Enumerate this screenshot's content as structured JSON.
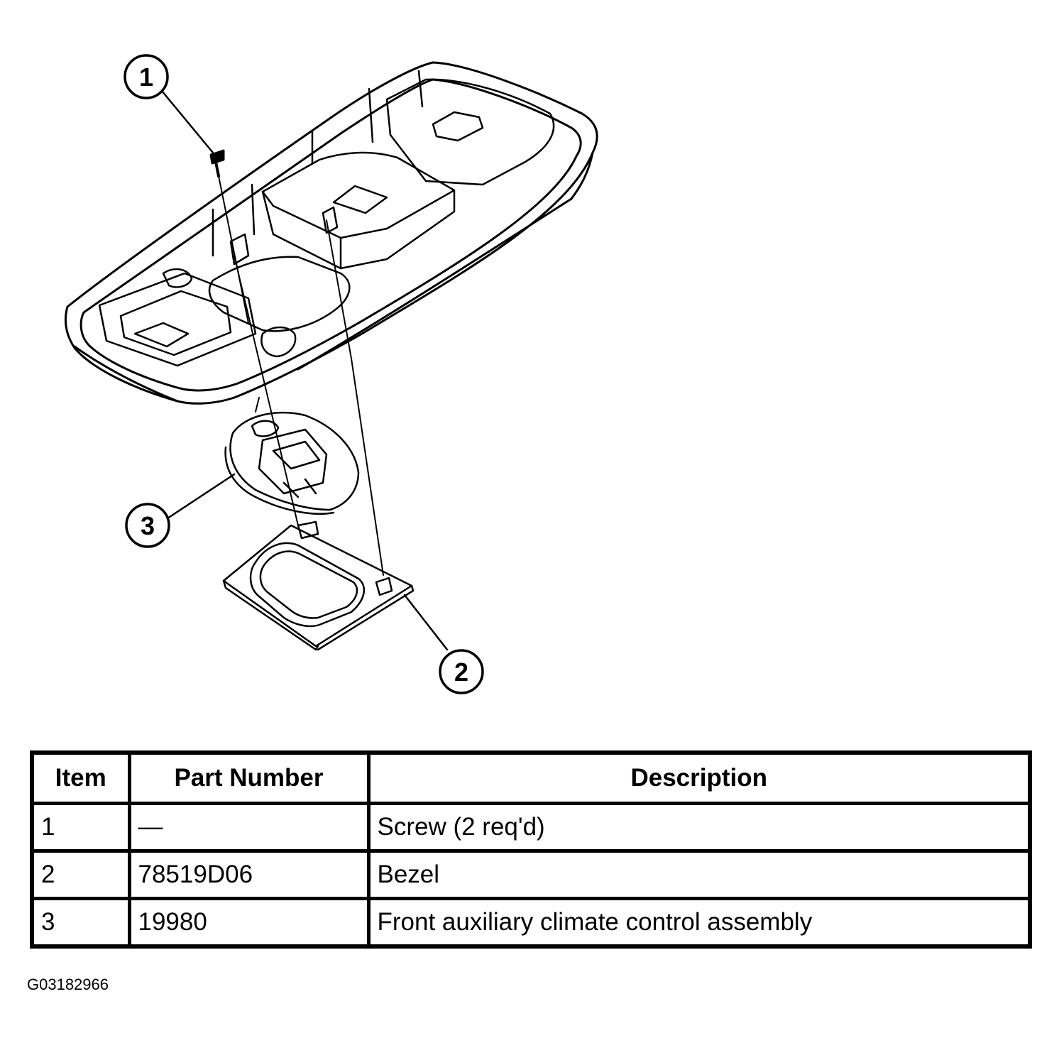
{
  "diagram": {
    "callouts": [
      {
        "number": "1"
      },
      {
        "number": "2"
      },
      {
        "number": "3"
      }
    ]
  },
  "table": {
    "headers": {
      "item": "Item",
      "part_number": "Part Number",
      "description": "Description"
    },
    "rows": [
      {
        "item": "1",
        "part_number": "—",
        "description": "Screw (2 req'd)"
      },
      {
        "item": "2",
        "part_number": "78519D06",
        "description": "Bezel"
      },
      {
        "item": "3",
        "part_number": "19980",
        "description": "Front auxiliary climate control assembly"
      }
    ]
  },
  "figure_id": "G03182966"
}
